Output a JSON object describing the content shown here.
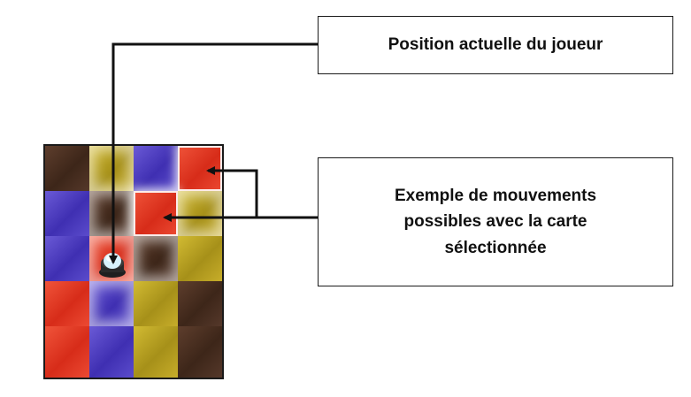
{
  "labels": {
    "current_position": "Position actuelle du joueur",
    "possible_moves": "Exemple de mouvements possibles avec la carte sélectionnée"
  },
  "board": {
    "rows": 5,
    "cols": 4,
    "tiles": [
      [
        "brown",
        "yellow",
        "purple",
        "red"
      ],
      [
        "purple",
        "brown",
        "red",
        "yellow"
      ],
      [
        "purple",
        "red",
        "brown",
        "yellow"
      ],
      [
        "red",
        "purple",
        "yellow",
        "brown"
      ],
      [
        "red",
        "purple",
        "yellow",
        "brown"
      ]
    ],
    "player": {
      "row": 2,
      "col": 1
    },
    "highlighted_moves": [
      {
        "row": 0,
        "col": 3
      },
      {
        "row": 1,
        "col": 2
      }
    ]
  },
  "colors": {
    "brown": "#4a2f21",
    "yellow": "#b9a020",
    "purple": "#4b3bc2",
    "red": "#e03a24",
    "pawn_top": "#bfe6f5",
    "pawn_base": "#1f1f1f"
  }
}
